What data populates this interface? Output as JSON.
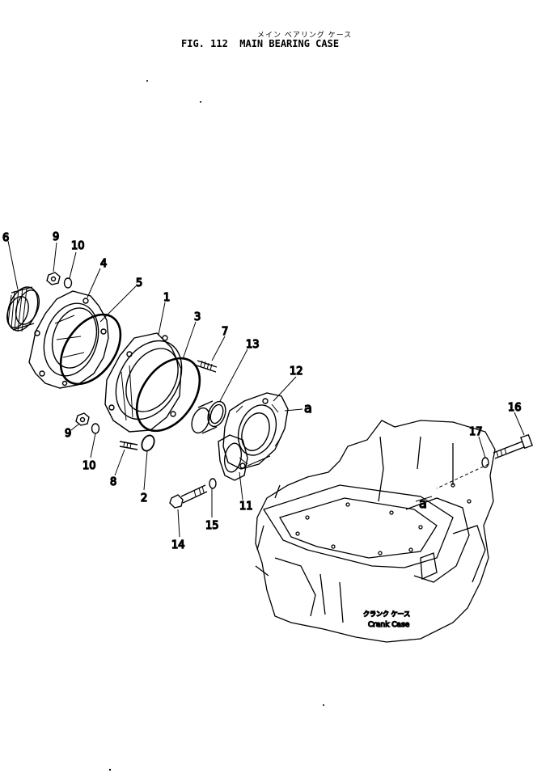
{
  "header": {
    "title_jp": "メイン ベアリング ケース",
    "title": "FIG. 112  MAIN BEARING CASE"
  },
  "callouts": {
    "p1": "1",
    "p2": "2",
    "p3": "3",
    "p4": "4",
    "p5": "5",
    "p6": "6",
    "p7": "7",
    "p8": "8",
    "p9a": "9",
    "p9b": "9",
    "p10a": "10",
    "p10b": "10",
    "p11": "11",
    "p12": "12",
    "p13": "13",
    "p14": "14",
    "p15": "15",
    "p16": "16",
    "p17": "17",
    "ref_a1": "a",
    "ref_a2": "a"
  },
  "crankcase": {
    "label_jp": "クランク ケース",
    "label_en": "Crank Case"
  }
}
